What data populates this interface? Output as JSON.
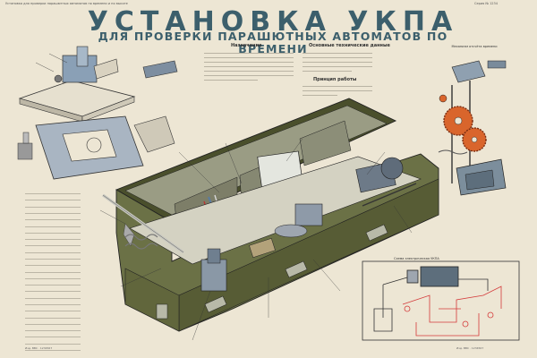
{
  "poster": {
    "title": "УСТАНОВКА УКПА",
    "subtitle": "ДЛЯ ПРОВЕРКИ ПАРАШЮТНЫХ АВТОМАТОВ ПО ВРЕМЕНИ",
    "top_caption": "Установка для проверки парашютных автоматов по времени и по высоте",
    "series_code": "Серия № 1234",
    "section_headers": [
      "Назначение",
      "Основные технические данные",
      "Принцип работы"
    ],
    "circuit_caption": "Схема электрическая УКПА",
    "callout_label": "Механизм отсчёта времени",
    "bottom_left": "Изд. ВВС · 1234567",
    "bottom_right": "Изд. ВВС · 1234567"
  },
  "colors": {
    "background": "#ede6d4",
    "title": "#3c5f6c",
    "case_body": "#6b7146",
    "case_dark": "#4a4f2c",
    "lid_inner": "#9a9c84",
    "gear_red": "#d9652c",
    "steel_blue": "#7c8e9c",
    "circuit_red": "#d43a3a"
  }
}
